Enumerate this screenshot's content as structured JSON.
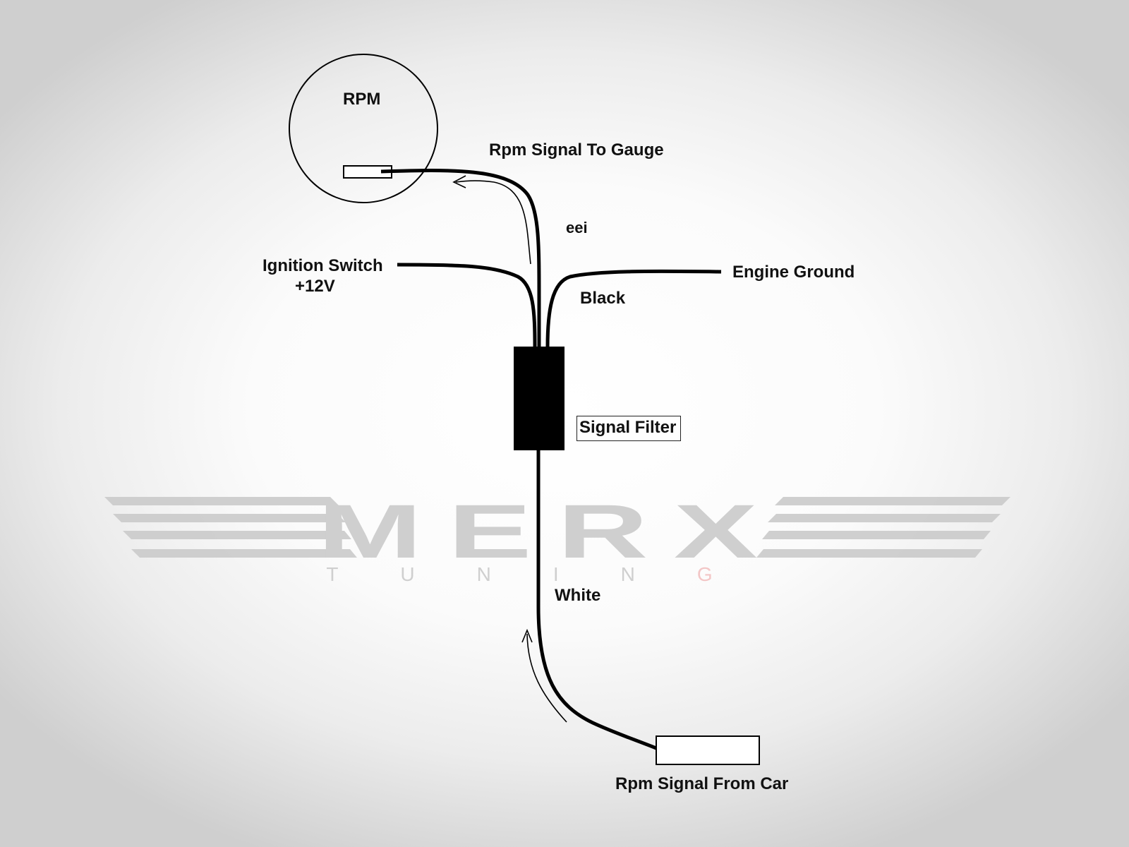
{
  "labels": {
    "gauge": "RPM",
    "signal_to_gauge": "Rpm Signal To Gauge",
    "green_wire_partial": "eei",
    "ignition_switch": "Ignition Switch",
    "ignition_voltage": "+12V",
    "engine_ground": "Engine Ground",
    "black_wire": "Black",
    "signal_filter": "Signal Filter",
    "white_wire": "White",
    "signal_from_car": "Rpm Signal From Car"
  },
  "watermark": {
    "brand_main": "MERX",
    "brand_sub": "TUNING"
  },
  "colors": {
    "wire": "#000000",
    "filter_box": "#000000",
    "watermark_gray": "#cdcdcd",
    "watermark_accent": "#f3c4c4"
  }
}
